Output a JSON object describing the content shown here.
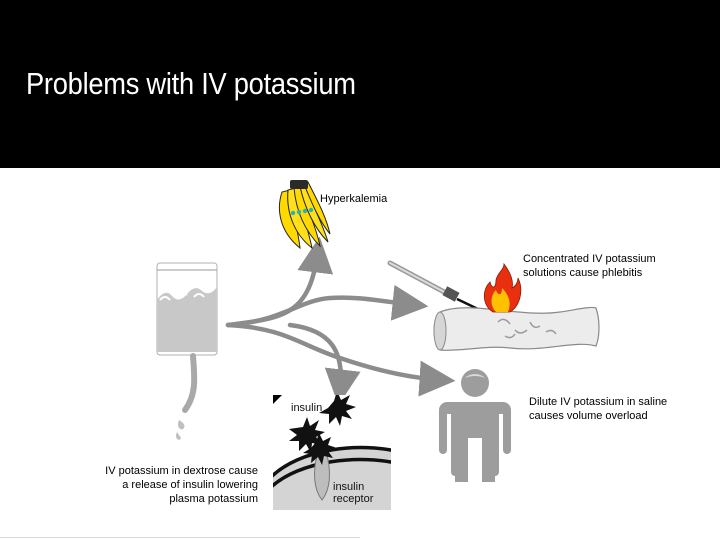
{
  "slide": {
    "title": "Problems with IV potassium"
  },
  "labels": {
    "hyperkalemia": "Hyperkalemia",
    "concentrated": "Concentrated IV potassium solutions cause phlebitis",
    "dilute": "Dilute IV potassium in saline causes volume overload",
    "dextrose": "IV potassium in dextrose cause a release of insulin lowering plasma potassium"
  },
  "insulin_panel": {
    "insulin_label": "insulin",
    "receptor_label_line1": "insulin",
    "receptor_label_line2": "receptor"
  }
}
